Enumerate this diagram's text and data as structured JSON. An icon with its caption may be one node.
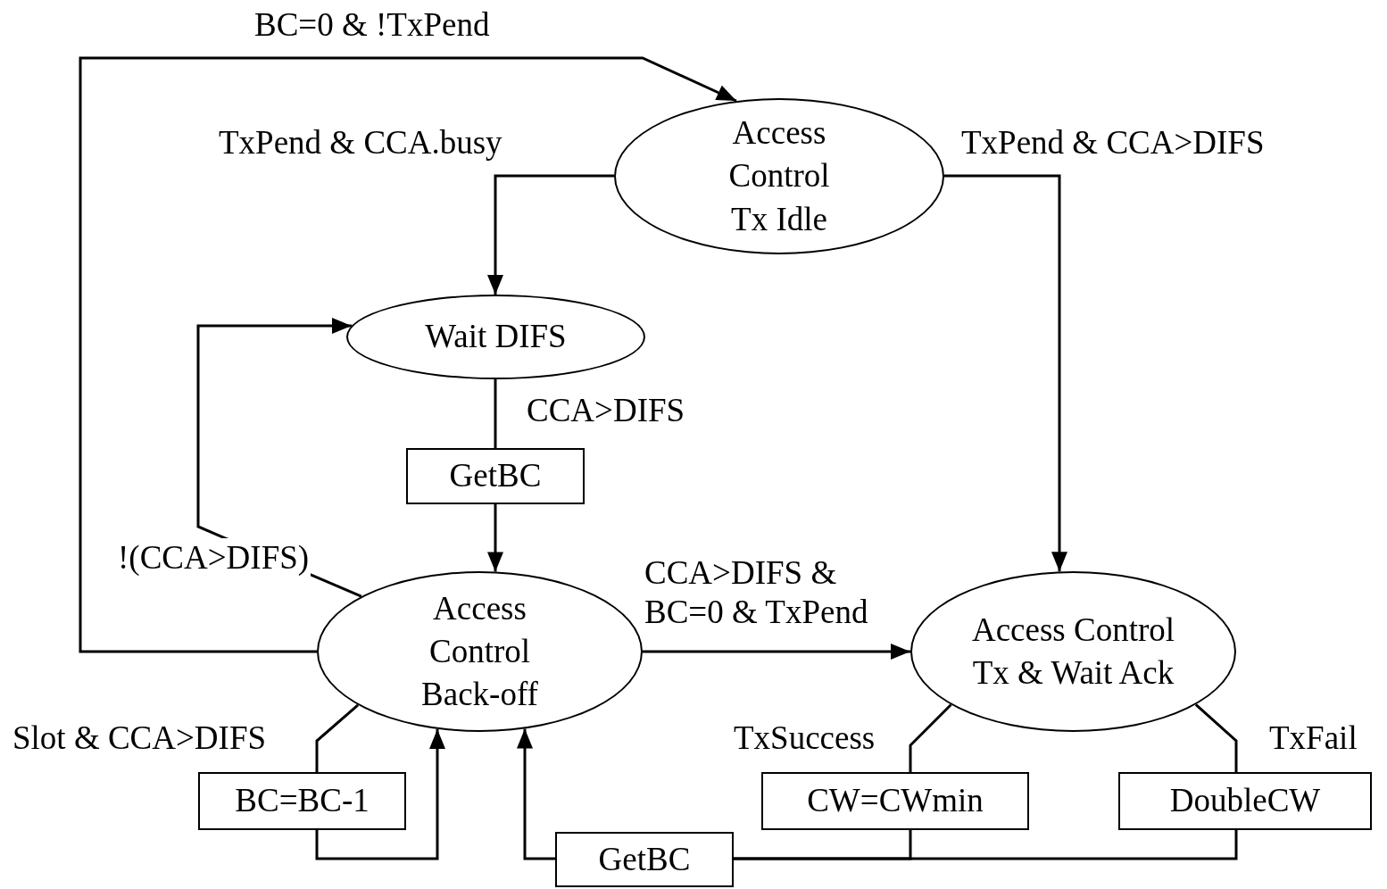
{
  "diagram": {
    "nodes": [
      {
        "text": [
          "Access Control Tx Idle"
        ]
      },
      {
        "text": [
          "Wait DIFS"
        ]
      },
      {
        "text": [
          "GetBC"
        ]
      },
      {
        "text": [
          "Access Control Back-off"
        ]
      },
      {
        "text": [
          "Access Control Tx & Wait Ack"
        ]
      },
      {
        "text": [
          "BC=BC-1"
        ]
      },
      {
        "text": [
          "CW=CWmin"
        ]
      },
      {
        "text": [
          "DoubleCW"
        ]
      },
      {
        "text": [
          "GetBC"
        ]
      }
    ],
    "edges": [
      {
        "from": 3,
        "to": 0,
        "arrow": "to",
        "label": "BC=0 & !TxPend"
      },
      {
        "from": 0,
        "to": 1,
        "arrow": "to",
        "label": "TxPend & CCA.busy"
      },
      {
        "from": 0,
        "to": 4,
        "arrow": "to",
        "label": "TxPend & CCA>DIFS"
      },
      {
        "from": 1,
        "to": 2,
        "arrow": "none",
        "label": "CCA>DIFS"
      },
      {
        "from": 2,
        "to": 3,
        "arrow": "to"
      },
      {
        "from": 3,
        "to": 1,
        "arrow": "to",
        "label": "!(CCA>DIFS)"
      },
      {
        "from": 3,
        "to": 4,
        "arrow": "to",
        "label": "CCA>DIFS & BC=0 & TxPend"
      },
      {
        "from": 3,
        "to": 5,
        "arrow": "none",
        "label": "Slot & CCA>DIFS"
      },
      {
        "from": 5,
        "to": 3,
        "arrow": "to"
      },
      {
        "from": 4,
        "to": 6,
        "arrow": "none",
        "label": "TxSuccess"
      },
      {
        "from": 4,
        "to": 7,
        "arrow": "none",
        "label": "TxFail"
      },
      {
        "from": 6,
        "to": 8,
        "arrow": "none"
      },
      {
        "from": 7,
        "to": 8,
        "arrow": "none"
      },
      {
        "from": 8,
        "to": 3,
        "arrow": "to"
      }
    ]
  }
}
